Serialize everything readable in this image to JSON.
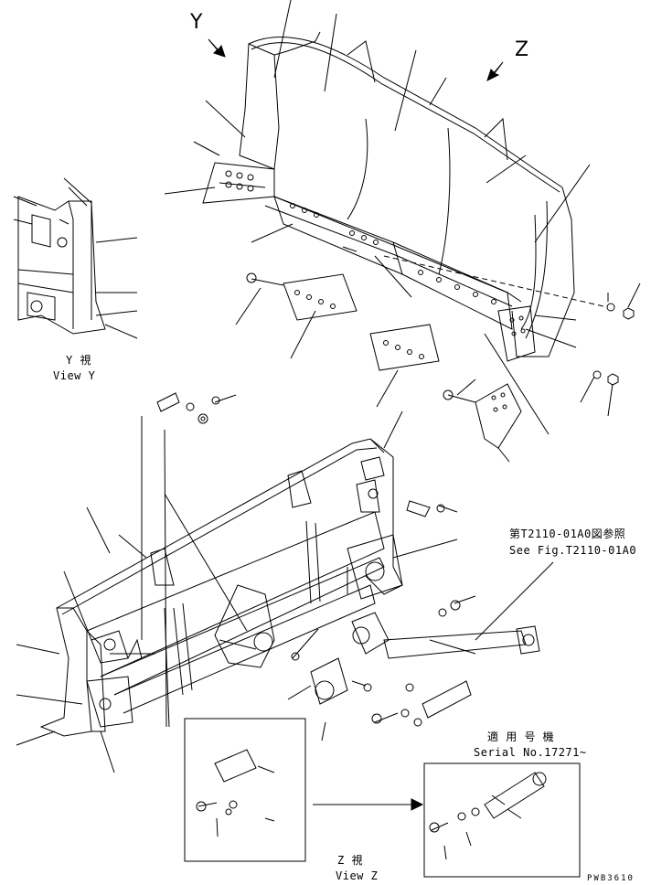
{
  "arrows": {
    "y_letter": "Y",
    "z_letter": "Z"
  },
  "view_y": {
    "jp": "Y 視",
    "en": "View Y"
  },
  "view_z": {
    "jp": "Z 視",
    "en": "View Z"
  },
  "ref_note": {
    "jp": "第T2110-01A0図参照",
    "en": "See Fig.T2110-01A0"
  },
  "serial_note": {
    "jp": "適 用 号 機",
    "en": "Serial No.17271~"
  },
  "drawing_code": "PWB3610"
}
